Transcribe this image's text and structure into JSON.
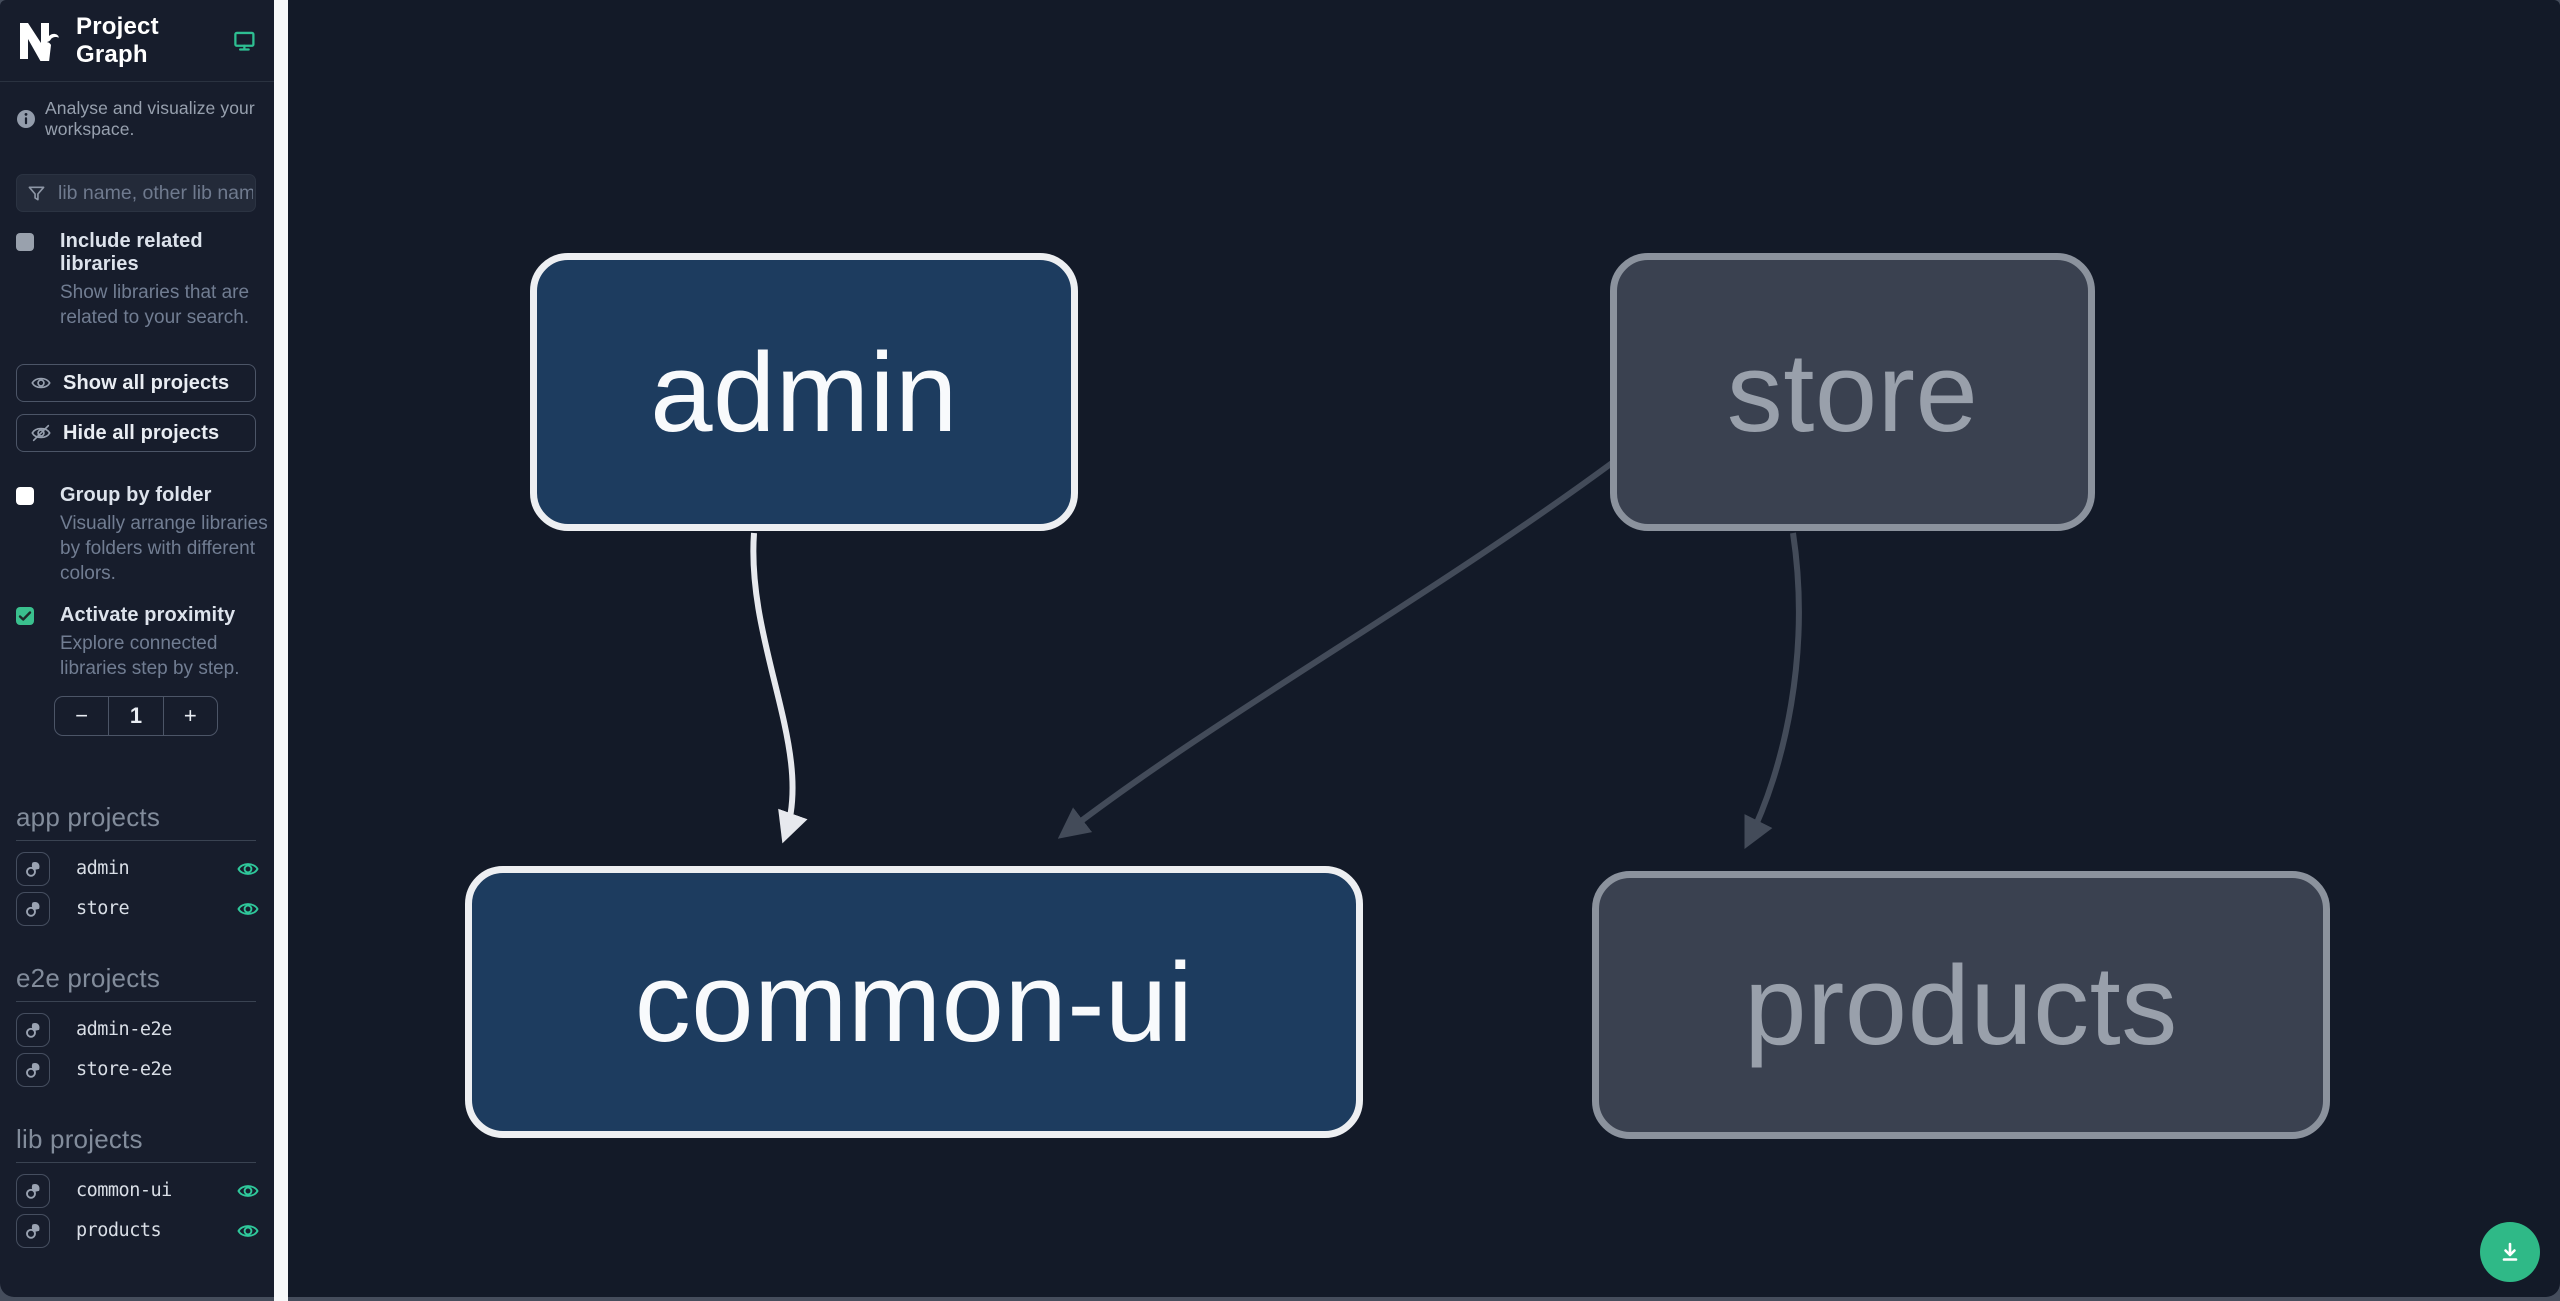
{
  "app": {
    "logo_text": "Nx",
    "title": "Project Graph"
  },
  "sidebar": {
    "tagline": "Analyse and visualize your workspace.",
    "filter": {
      "placeholder": "lib name, other lib name",
      "value": ""
    },
    "toggles": [
      {
        "label": "Include related libraries",
        "description": "Show libraries that are related to your search.",
        "checked": false
      },
      {
        "label": "Group by folder",
        "description": "Visually arrange libraries by folders with different colors.",
        "checked": false
      },
      {
        "label": "Activate proximity",
        "description": "Explore connected libraries step by step.",
        "checked": true
      }
    ],
    "actions": {
      "show_all": "Show all projects",
      "hide_all": "Hide all projects"
    },
    "proximity_stepper": {
      "decrement_label": "−",
      "value": "1",
      "increment_label": "+"
    },
    "sections": [
      {
        "title": "app projects",
        "items": [
          {
            "name": "admin",
            "visible": true
          },
          {
            "name": "store",
            "visible": true
          }
        ]
      },
      {
        "title": "e2e projects",
        "items": [
          {
            "name": "admin-e2e",
            "visible": false
          },
          {
            "name": "store-e2e",
            "visible": false
          }
        ]
      },
      {
        "title": "lib projects",
        "items": [
          {
            "name": "common-ui",
            "visible": true
          },
          {
            "name": "products",
            "visible": true
          }
        ]
      }
    ]
  },
  "graph": {
    "nodes": [
      {
        "id": "admin",
        "label": "admin",
        "type": "app",
        "state": "highlighted"
      },
      {
        "id": "store",
        "label": "store",
        "type": "app",
        "state": "muted"
      },
      {
        "id": "common-ui",
        "label": "common-ui",
        "type": "lib",
        "state": "highlighted"
      },
      {
        "id": "products",
        "label": "products",
        "type": "lib",
        "state": "muted"
      }
    ],
    "edges": [
      {
        "source": "admin",
        "target": "common-ui",
        "highlighted": true
      },
      {
        "source": "store",
        "target": "common-ui",
        "highlighted": false
      },
      {
        "source": "store",
        "target": "products",
        "highlighted": false
      }
    ]
  },
  "fab": {
    "action": "download"
  },
  "icons": {
    "header": [
      "nx-logo",
      "monitor-icon"
    ],
    "tagline": "info-icon",
    "filter": "funnel-icon",
    "show_all": "eye-icon",
    "hide_all": "eye-off-icon",
    "project_row": [
      "focus-icon",
      "eye-icon"
    ],
    "fab": "download-icon"
  },
  "colors": {
    "accent_teal": "#2fc89b",
    "fab_bg": "#2fb987",
    "sidebar_bg": "#171d2c",
    "canvas_bg": "#131a28",
    "divider": "#f7f8f9",
    "node_highlighted_fill": "#1d3c5f",
    "node_highlighted_border": "#edeff2",
    "node_muted_fill": "#3a4150",
    "node_muted_border": "#8b929d",
    "edge_highlighted": "#e7e9ee",
    "edge_muted": "#434b59"
  }
}
